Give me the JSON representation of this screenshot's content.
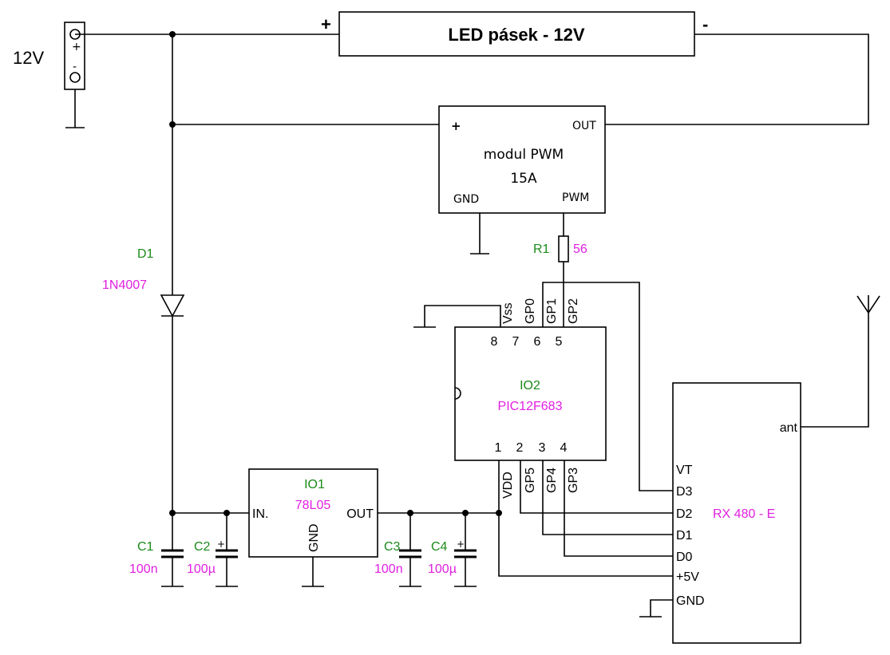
{
  "supply": {
    "label": "12V",
    "plus": "+",
    "minus": "-"
  },
  "led": {
    "label": "LED pásek - 12V",
    "plus": "+",
    "minus": "-"
  },
  "pwm": {
    "line1": "modul PWM",
    "line2": "15A",
    "plus": "+",
    "out": "OUT",
    "gnd": "GND",
    "pwm": "PWM"
  },
  "d1": {
    "name": "D1",
    "value": "1N4007"
  },
  "r1": {
    "name": "R1",
    "value": "56"
  },
  "io1": {
    "name": "IO1",
    "value": "78L05",
    "in": "IN.",
    "out": "OUT",
    "gnd": "GND"
  },
  "io2": {
    "name": "IO2",
    "value": "PIC12F683",
    "top_numbers": [
      "8",
      "7",
      "6",
      "5"
    ],
    "top_pins": [
      "Vss",
      "GP0",
      "GP1",
      "GP2"
    ],
    "bottom_numbers": [
      "1",
      "2",
      "3",
      "4"
    ],
    "bottom_pins": [
      "VDD",
      "GP5",
      "GP4",
      "GP3"
    ]
  },
  "rx": {
    "name": "RX 480 - E",
    "ant": "ant",
    "pins": [
      "VT",
      "D3",
      "D2",
      "D1",
      "D0",
      "+5V",
      "GND"
    ]
  },
  "caps": [
    {
      "name": "C1",
      "value": "100n",
      "polar": ""
    },
    {
      "name": "C2",
      "value": "100µ",
      "polar": "+"
    },
    {
      "name": "C3",
      "value": "100n",
      "polar": ""
    },
    {
      "name": "C4",
      "value": "100µ",
      "polar": "+"
    }
  ]
}
